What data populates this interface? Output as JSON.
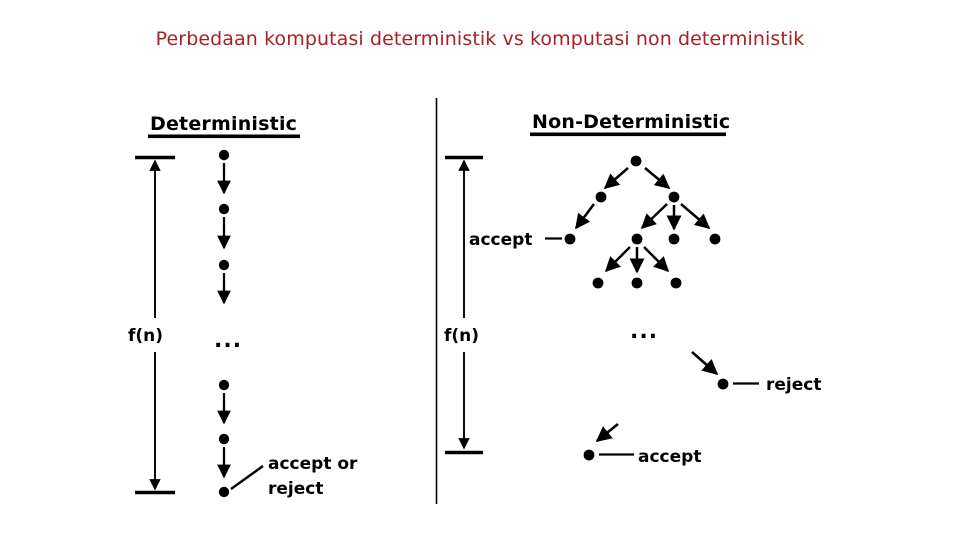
{
  "slide": {
    "title": "Perbedaan komputasi deterministik vs komputasi non deterministik",
    "title_color": "#a62127",
    "background_color": "#ffffff",
    "ink_color": "#000000"
  },
  "left_panel": {
    "heading": "Deterministic",
    "measure_label": "f(n)",
    "ellipsis": "...",
    "outcome_line1": "accept or",
    "outcome_line2": "reject"
  },
  "right_panel": {
    "heading": "Non-Deterministic",
    "measure_label": "f(n)",
    "ellipsis": "...",
    "accept_branch_label": "accept",
    "reject_leaf_label": "reject",
    "accept_leaf_label": "accept"
  }
}
